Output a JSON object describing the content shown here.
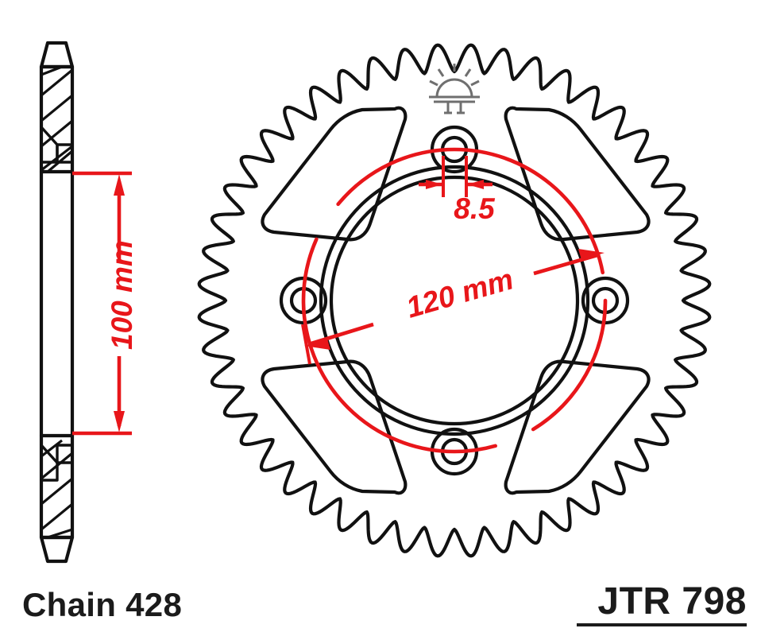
{
  "drawing": {
    "title": "Rear sprocket technical drawing",
    "views": {
      "profile": {
        "name": "side-section-view",
        "label": ""
      },
      "face": {
        "name": "front-face-view",
        "label": ""
      }
    },
    "logo": {
      "name": "rising-sun-logo",
      "label": ""
    }
  },
  "dimensions": {
    "bore": {
      "value": "100 mm",
      "orientation": "vertical",
      "view": "profile"
    },
    "bolt_circle": {
      "value": "120 mm",
      "orientation": "diagonal",
      "view": "face"
    },
    "bolt_hole": {
      "value": "8.5",
      "orientation": "horizontal",
      "view": "face"
    }
  },
  "labels": {
    "chain": "Chain 428",
    "part_number": "JTR 798"
  },
  "geometry": {
    "teeth_count": 48,
    "bolt_holes": 4,
    "windows": 4
  },
  "colors": {
    "ink": "#111111",
    "dimension_red": "#e8161a",
    "logo_grey": "#6f6f6f",
    "background": "#ffffff"
  }
}
